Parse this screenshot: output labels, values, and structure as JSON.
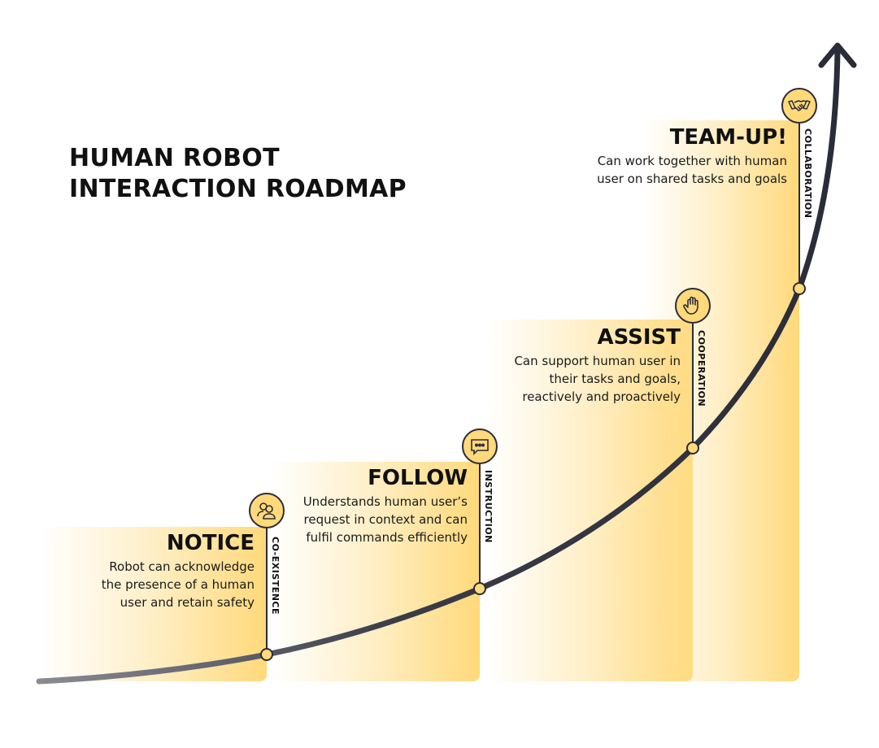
{
  "title": {
    "line1": "HUMAN ROBOT",
    "line2": "INTERACTION ROADMAP"
  },
  "stages": [
    {
      "heading": "NOTICE",
      "lines": [
        "Robot can acknowledge",
        "the presence of a human",
        "user and retain safety"
      ],
      "category": "CO-EXISTENCE",
      "icon": "people-icon"
    },
    {
      "heading": "FOLLOW",
      "lines": [
        "Understands human user’s",
        "request in context and can",
        "fulfil commands efficiently"
      ],
      "category": "INSTRUCTION",
      "icon": "chat-bubble-icon"
    },
    {
      "heading": "ASSIST",
      "lines": [
        "Can support human user in",
        "their tasks and goals,",
        "reactively and proactively"
      ],
      "category": "COOPERATION",
      "icon": "hand-wave-icon"
    },
    {
      "heading": "TEAM-UP!",
      "lines": [
        "Can work together with human",
        "user on shared tasks and goals"
      ],
      "category": "COLLABORATION",
      "icon": "handshake-icon"
    }
  ],
  "colors": {
    "accent": "#ffd97a",
    "line": "#2a2c38"
  }
}
